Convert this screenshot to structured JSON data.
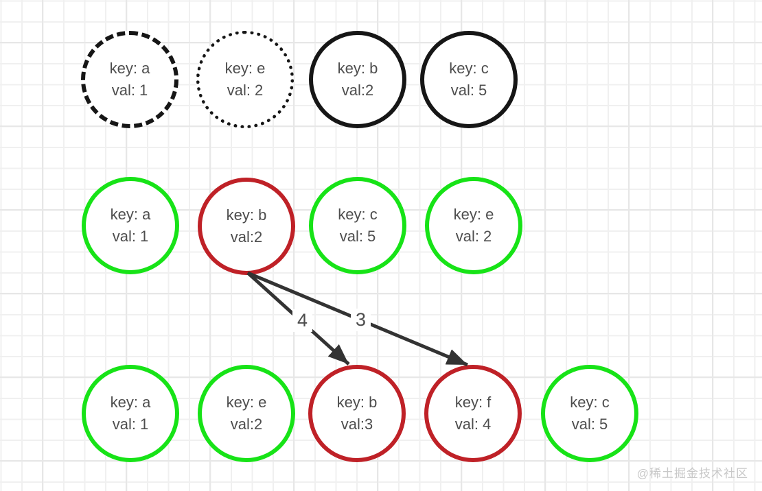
{
  "colors": {
    "black": "#161616",
    "green": "#17e317",
    "red": "#bf2127",
    "line": "#333333",
    "text": "#4d4d4d",
    "watermark": "#c8c8c8"
  },
  "nodes": [
    {
      "row": 1,
      "style": "dashed-black",
      "line1": "key: a",
      "line2": "val: 1"
    },
    {
      "row": 1,
      "style": "dotted-black",
      "line1": "key: e",
      "line2": "val: 2"
    },
    {
      "row": 1,
      "style": "solid-black",
      "line1": "key: b",
      "line2": "val:2"
    },
    {
      "row": 1,
      "style": "solid-black",
      "line1": "key: c",
      "line2": "val: 5"
    },
    {
      "row": 2,
      "style": "green",
      "line1": "key: a",
      "line2": "val: 1"
    },
    {
      "row": 2,
      "style": "red",
      "line1": "key: b",
      "line2": "val:2"
    },
    {
      "row": 2,
      "style": "green",
      "line1": "key: c",
      "line2": "val: 5"
    },
    {
      "row": 2,
      "style": "green",
      "line1": "key: e",
      "line2": "val: 2"
    },
    {
      "row": 3,
      "style": "green",
      "line1": "key: a",
      "line2": "val: 1"
    },
    {
      "row": 3,
      "style": "green",
      "line1": "key: e",
      "line2": "val:2"
    },
    {
      "row": 3,
      "style": "red",
      "line1": "key: b",
      "line2": "val:3"
    },
    {
      "row": 3,
      "style": "red",
      "line1": "key: f",
      "line2": "val: 4"
    },
    {
      "row": 3,
      "style": "green",
      "line1": "key: c",
      "line2": "val: 5"
    }
  ],
  "edges": [
    {
      "label": "4",
      "from": "key: b val:2 (row 2)",
      "to": "key: b val:3 (row 3)"
    },
    {
      "label": "3",
      "from": "key: b val:2 (row 2)",
      "to": "key: f val: 4 (row 3)"
    }
  ],
  "watermark": "@稀土掘金技术社区"
}
